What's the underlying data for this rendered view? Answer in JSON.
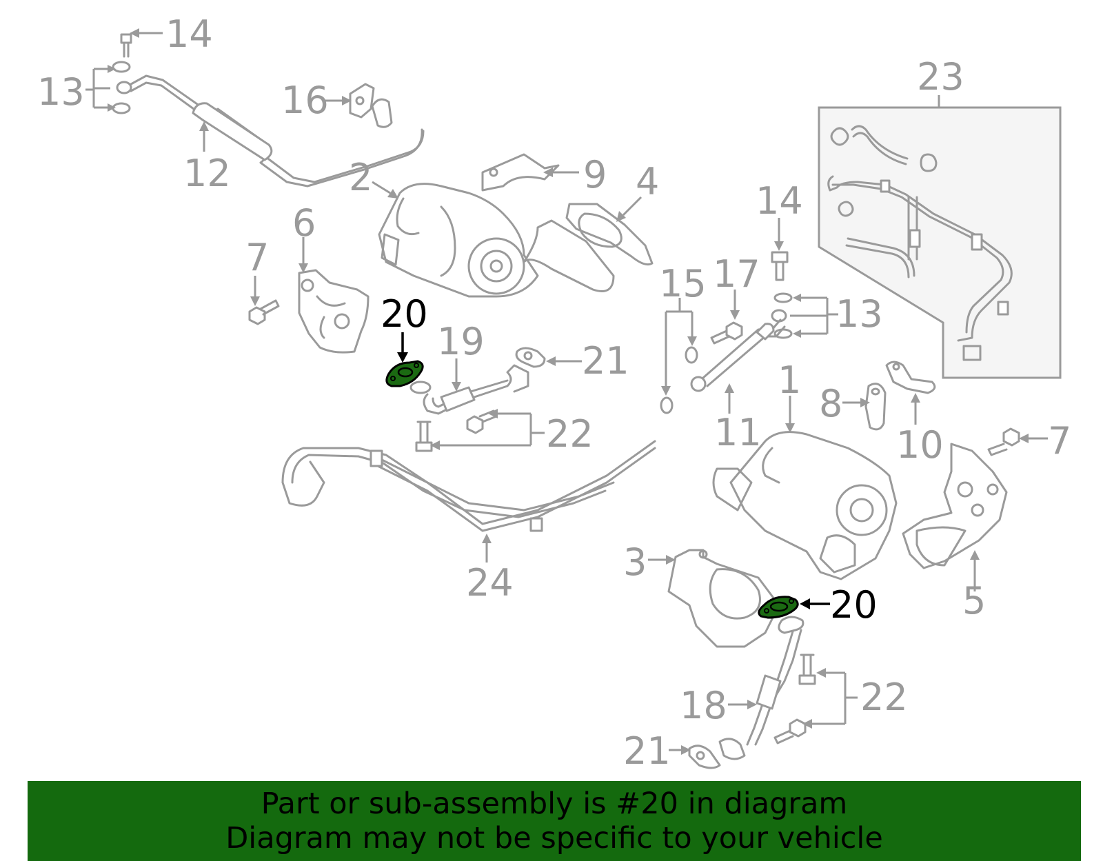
{
  "labels": {
    "l14a": "14",
    "l13a": "13",
    "l16": "16",
    "l12": "12",
    "l2": "2",
    "l9": "9",
    "l4": "4",
    "l23": "23",
    "l6": "6",
    "l7a": "7",
    "l14b": "14",
    "l15": "15",
    "l17": "17",
    "l13b": "13",
    "l20a": "20",
    "l19": "19",
    "l21a": "21",
    "l1": "1",
    "l8": "8",
    "l11": "11",
    "l10": "10",
    "l7b": "7",
    "l22a": "22",
    "l24": "24",
    "l3": "3",
    "l5": "5",
    "l20b": "20",
    "l18": "18",
    "l22b": "22",
    "l21b": "21"
  },
  "highlight": {
    "part_number": "20",
    "fill_color": "#1b6a12"
  },
  "colors": {
    "parts": "#9a9a9a",
    "banner_bg": "#146a0e",
    "banner_text": "#000000"
  },
  "banner": {
    "line1": "Part or sub-assembly is #20 in diagram",
    "line2": "Diagram may not be specific to your vehicle"
  }
}
